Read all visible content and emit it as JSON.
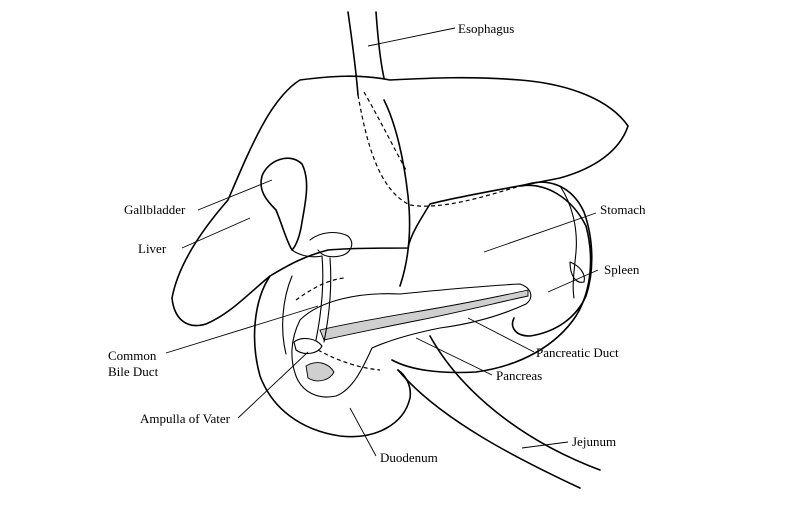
{
  "labels": {
    "esophagus": "Esophagus",
    "gallbladder": "Gallbladder",
    "liver": "Liver",
    "stomach": "Stomach",
    "spleen": "Spleen",
    "common_bile_duct_line1": "Common",
    "common_bile_duct_line2": "Bile Duct",
    "pancreatic_duct": "Pancreatic Duct",
    "pancreas": "Pancreas",
    "ampulla_of_vater": "Ampulla of Vater",
    "jejunum": "Jejunum",
    "duodenum": "Duodenum"
  }
}
